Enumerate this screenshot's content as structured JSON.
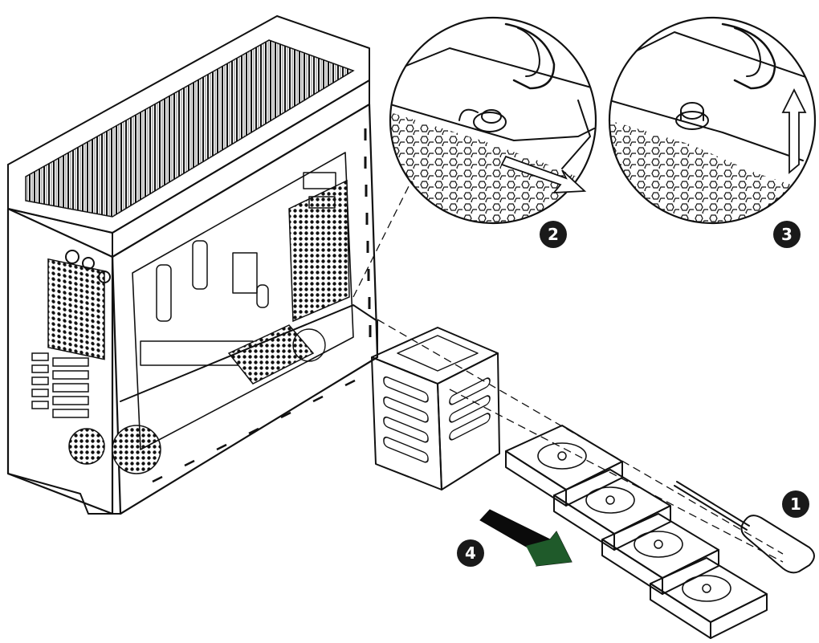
{
  "callouts": [
    {
      "label": "1"
    },
    {
      "label": "2"
    },
    {
      "label": "3"
    },
    {
      "label": "4"
    }
  ],
  "colors": {
    "line": "#111111",
    "callout_fill": "#1a1a1a",
    "callout_text": "#ffffff",
    "arrow_dark": "#0b0b0b",
    "arrow_green": "#1f5a2a",
    "background": "#ffffff"
  },
  "icons": [
    "chassis-illustration",
    "drive-cage-illustration",
    "hard-drive-illustration",
    "screwdriver-illustration",
    "detail-magnifier-circle",
    "direction-arrow"
  ]
}
